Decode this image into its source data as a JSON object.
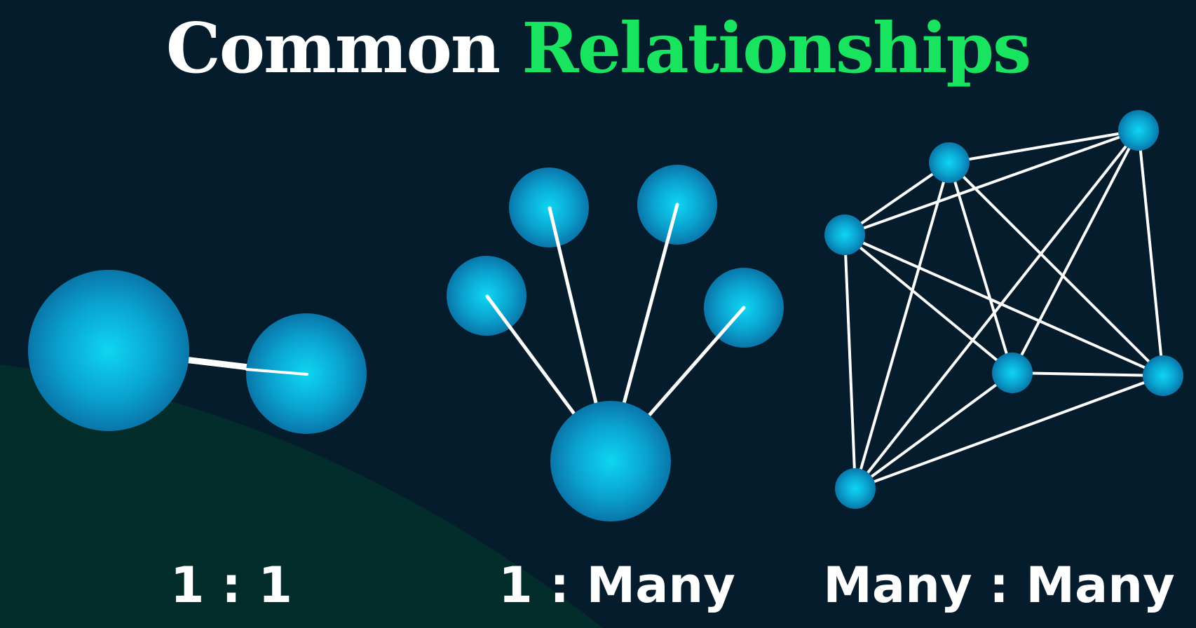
{
  "title": {
    "word1": "Common",
    "word2": "Relationships"
  },
  "colors": {
    "background": "#041c2b",
    "hill": "#032d2a",
    "title_primary": "#ffffff",
    "title_accent": "#18e45f",
    "node_light": "#0fd6f2",
    "node_dark": "#0a6ba0",
    "edge": "#ffffff"
  },
  "sections": [
    {
      "id": "one-to-one",
      "label": "1 : 1"
    },
    {
      "id": "one-to-many",
      "label": "1 : Many"
    },
    {
      "id": "many-to-many",
      "label": "Many : Many"
    }
  ]
}
